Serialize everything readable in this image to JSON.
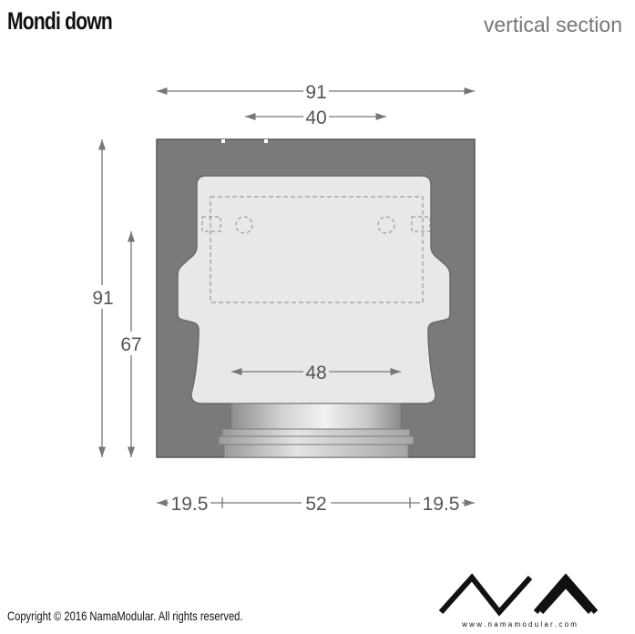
{
  "header": {
    "title": "Mondi down",
    "subtitle": "vertical section"
  },
  "dimensions": {
    "overall_width": "91",
    "top_inner_width": "40",
    "fixture_width": "48",
    "overall_height": "91",
    "inner_height": "67",
    "bottom_left": "19.5",
    "bottom_center": "52",
    "bottom_right": "19.5"
  },
  "footer": {
    "copyright": "Copyright © 2016 NamaModular. All rights reserved.",
    "brand_tagline": "w w w . n a m a m o d u l a r . c o m"
  },
  "colors": {
    "housing": "#7a7a7a",
    "cavity": "#e8e8e8",
    "dimension_line": "#777777",
    "text": "#111111"
  }
}
